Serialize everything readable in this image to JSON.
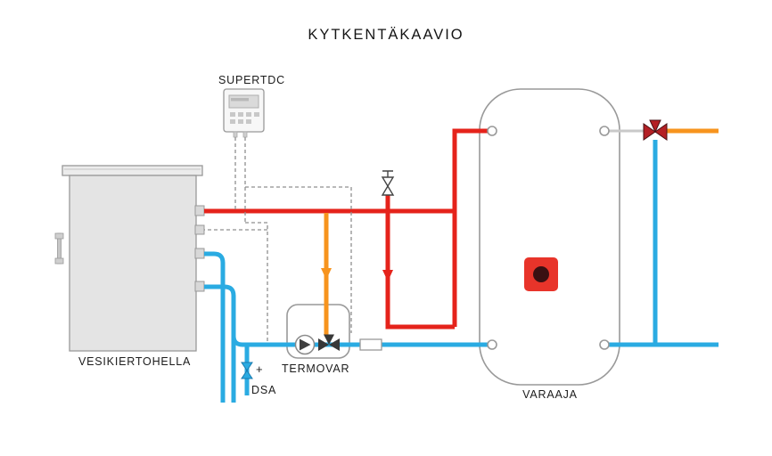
{
  "title": "KYTKENTÄKAAVIO",
  "labels": {
    "controller": "SUPERTDC",
    "stove": "VESIKIERTOHELLA",
    "loading_unit": "TERMOVAR",
    "dsa": "DSA",
    "dsa_plus": "+",
    "tank": "VARAAJA"
  },
  "colors": {
    "hot": "#e5231b",
    "cold": "#2aabe2",
    "mixed": "#f7941e",
    "mixing_valve": "#b42025",
    "element": "#e8342a",
    "element_dot": "#3a1012"
  }
}
